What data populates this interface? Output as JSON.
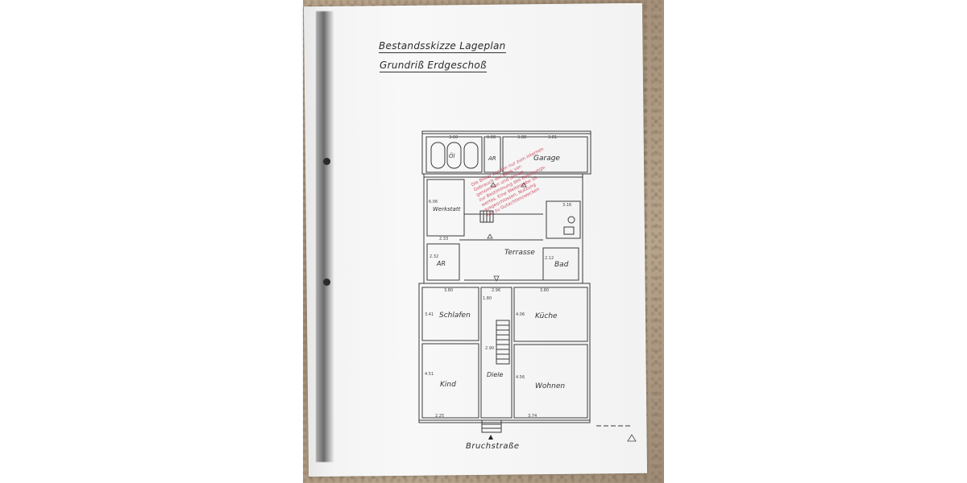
{
  "document": {
    "title_line_1": "Bestandsskizze Lageplan",
    "title_line_2": "Grundriß Erdgeschoß",
    "street_label": "Bruchstraße"
  },
  "rooms": {
    "garage": "Garage",
    "ar_top": "AR",
    "oel": "Öl",
    "werkstatt": "Werkstatt",
    "ar_left": "AR",
    "terrasse": "Terrasse",
    "bad": "Bad",
    "schlafen": "Schlafen",
    "kueche": "Küche",
    "kind": "Kind",
    "diele": "Diele",
    "wohnen": "Wohnen"
  },
  "dimensions": {
    "d1": "3.60",
    "d2": "0.88",
    "d3": "3.88",
    "d4": "3.81",
    "d5": "3.16",
    "d6": "2.33",
    "d7": "2.32",
    "d8": "2.12",
    "d9": "3.80",
    "d10": "2.96",
    "d11": "3.80",
    "d12": "3.41",
    "d13": "4.06",
    "d14": "4.51",
    "d15": "4.56",
    "d16": "2.25",
    "d17": "3.74",
    "d18": "2.90",
    "d19": "1.80",
    "d20": "6.06"
  },
  "stamp_lines": [
    "Die Bilder wurden nur zum internen",
    "Gebrauch der Bank vor-",
    "genommen und dienen",
    "zur Bestimmung des Beleihungs-",
    "wertes. Eine Weitergabe ist",
    "ausgeschlossen, Nutzung",
    "nur zu Gutachtenzwecken"
  ]
}
